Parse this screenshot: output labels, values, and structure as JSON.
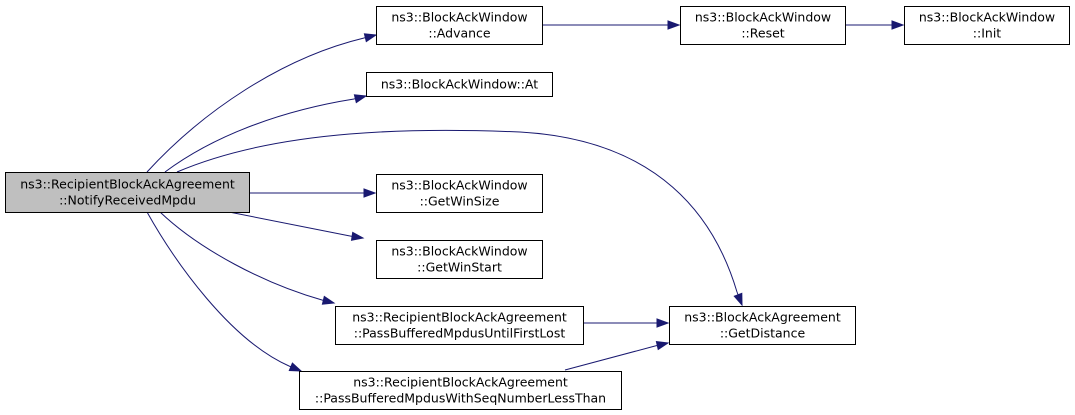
{
  "colors": {
    "edge": "#191970",
    "root_fill": "#bfbfbf",
    "node_fill": "#ffffff",
    "node_border": "#000000"
  },
  "nodes": [
    {
      "id": "notify",
      "lines": [
        "ns3::RecipientBlockAckAgreement",
        "::NotifyReceivedMpdu"
      ],
      "highlighted": true
    },
    {
      "id": "advance",
      "lines": [
        "ns3::BlockAckWindow",
        "::Advance"
      ]
    },
    {
      "id": "reset",
      "lines": [
        "ns3::BlockAckWindow",
        "::Reset"
      ]
    },
    {
      "id": "init",
      "lines": [
        "ns3::BlockAckWindow",
        "::Init"
      ]
    },
    {
      "id": "at",
      "lines": [
        "ns3::BlockAckWindow::At"
      ]
    },
    {
      "id": "winsize",
      "lines": [
        "ns3::BlockAckWindow",
        "::GetWinSize"
      ]
    },
    {
      "id": "winstart",
      "lines": [
        "ns3::BlockAckWindow",
        "::GetWinStart"
      ]
    },
    {
      "id": "passfirst",
      "lines": [
        "ns3::RecipientBlockAckAgreement",
        "::PassBufferedMpdusUntilFirstLost"
      ]
    },
    {
      "id": "passseq",
      "lines": [
        "ns3::RecipientBlockAckAgreement",
        "::PassBufferedMpdusWithSeqNumberLessThan"
      ]
    },
    {
      "id": "distance",
      "lines": [
        "ns3::BlockAckAgreement",
        "::GetDistance"
      ]
    }
  ],
  "edges": [
    {
      "from": "notify",
      "to": "advance"
    },
    {
      "from": "advance",
      "to": "reset"
    },
    {
      "from": "reset",
      "to": "init"
    },
    {
      "from": "notify",
      "to": "at"
    },
    {
      "from": "notify",
      "to": "distance"
    },
    {
      "from": "notify",
      "to": "winsize"
    },
    {
      "from": "notify",
      "to": "winstart"
    },
    {
      "from": "notify",
      "to": "passfirst"
    },
    {
      "from": "notify",
      "to": "passseq"
    },
    {
      "from": "passfirst",
      "to": "distance"
    },
    {
      "from": "passseq",
      "to": "distance"
    }
  ]
}
